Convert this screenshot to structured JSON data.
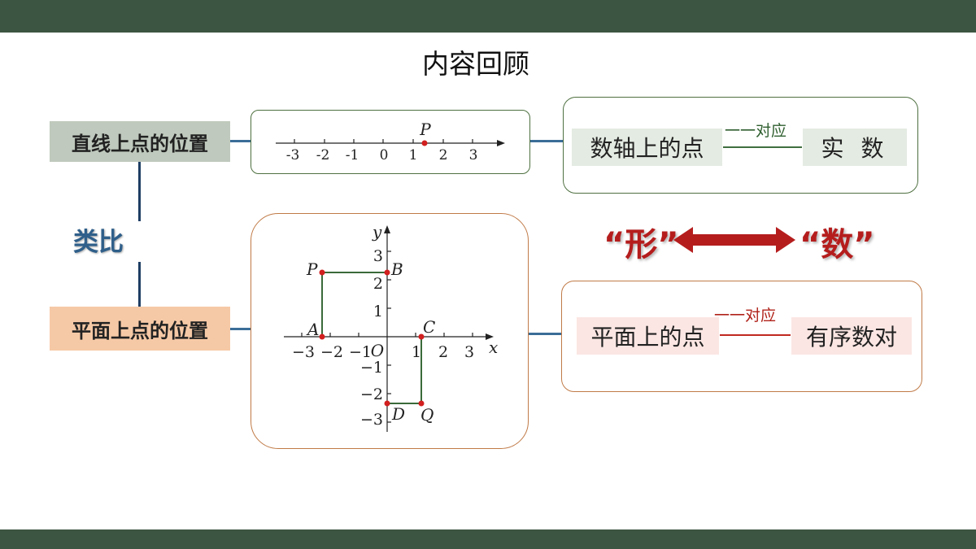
{
  "title": "内容回顾",
  "labels": {
    "line": "直线上点的位置",
    "plane": "平面上点的位置",
    "analogy": "类比"
  },
  "number_line": {
    "ticks": [
      "-3",
      "-2",
      "-1",
      "0",
      "1",
      "2",
      "3"
    ],
    "point": "P"
  },
  "graph": {
    "x_ticks": [
      "−3",
      "−2",
      "−1",
      "1",
      "2",
      "3"
    ],
    "y_ticks": [
      "3",
      "2",
      "1",
      "−1",
      "−2",
      "−3"
    ],
    "origin": "O",
    "x_axis": "x",
    "y_axis": "y",
    "points": [
      "P",
      "B",
      "A",
      "C",
      "D",
      "Q"
    ]
  },
  "right_top": {
    "left": "数轴上的点",
    "right": "实 数",
    "relation": "一一对应"
  },
  "right_bottom": {
    "left": "平面上的点",
    "right": "有序数对",
    "relation": "一一对应"
  },
  "xingshu": {
    "xing": "“形”",
    "shu": "“数”"
  },
  "colors": {
    "bar": "#3c5542",
    "accent_red": "#b51d1d",
    "blue_line": "#3b6d98"
  }
}
